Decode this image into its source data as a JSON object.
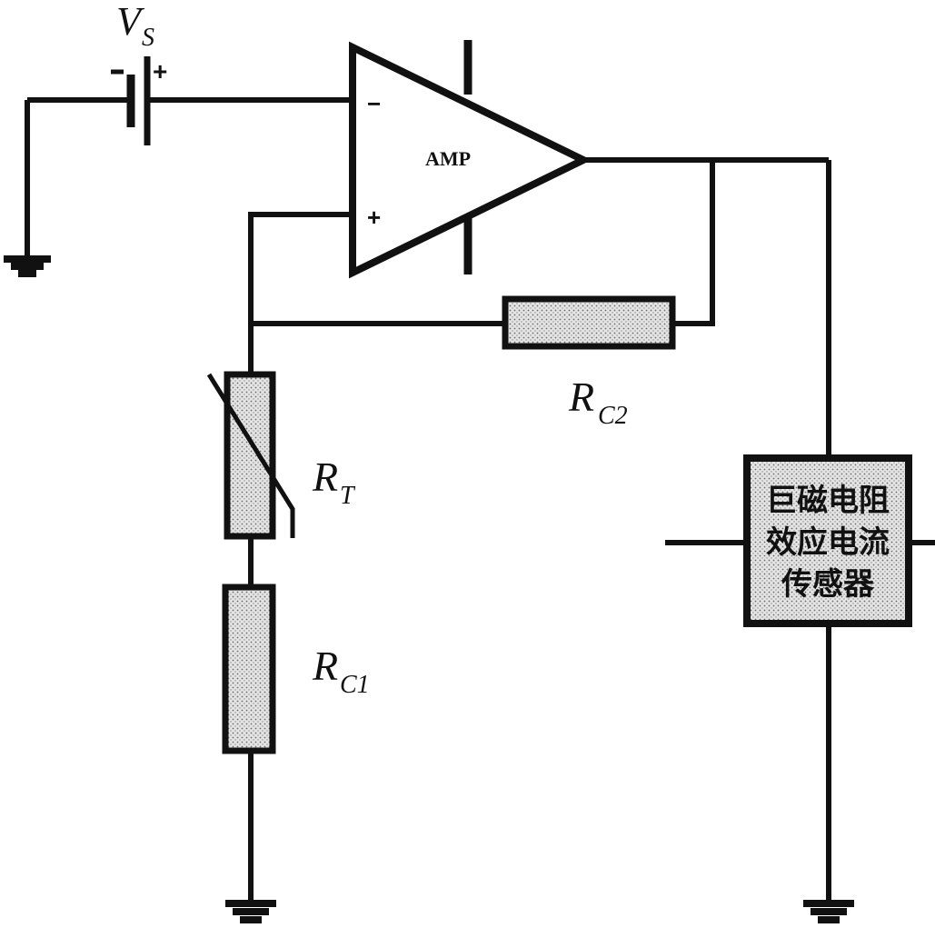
{
  "source": {
    "label": "V",
    "subscript": "S",
    "minus": "-",
    "plus": "+"
  },
  "amplifier": {
    "label": "AMP",
    "inverting": "−",
    "noninverting": "+"
  },
  "resistors": {
    "rt": {
      "label": "R",
      "subscript": "T"
    },
    "rc1": {
      "label": "R",
      "subscript": "C1"
    },
    "rc2": {
      "label": "R",
      "subscript": "C2"
    }
  },
  "sensor": {
    "lines": [
      "巨磁电阻",
      "效应电流",
      "传感器"
    ]
  }
}
